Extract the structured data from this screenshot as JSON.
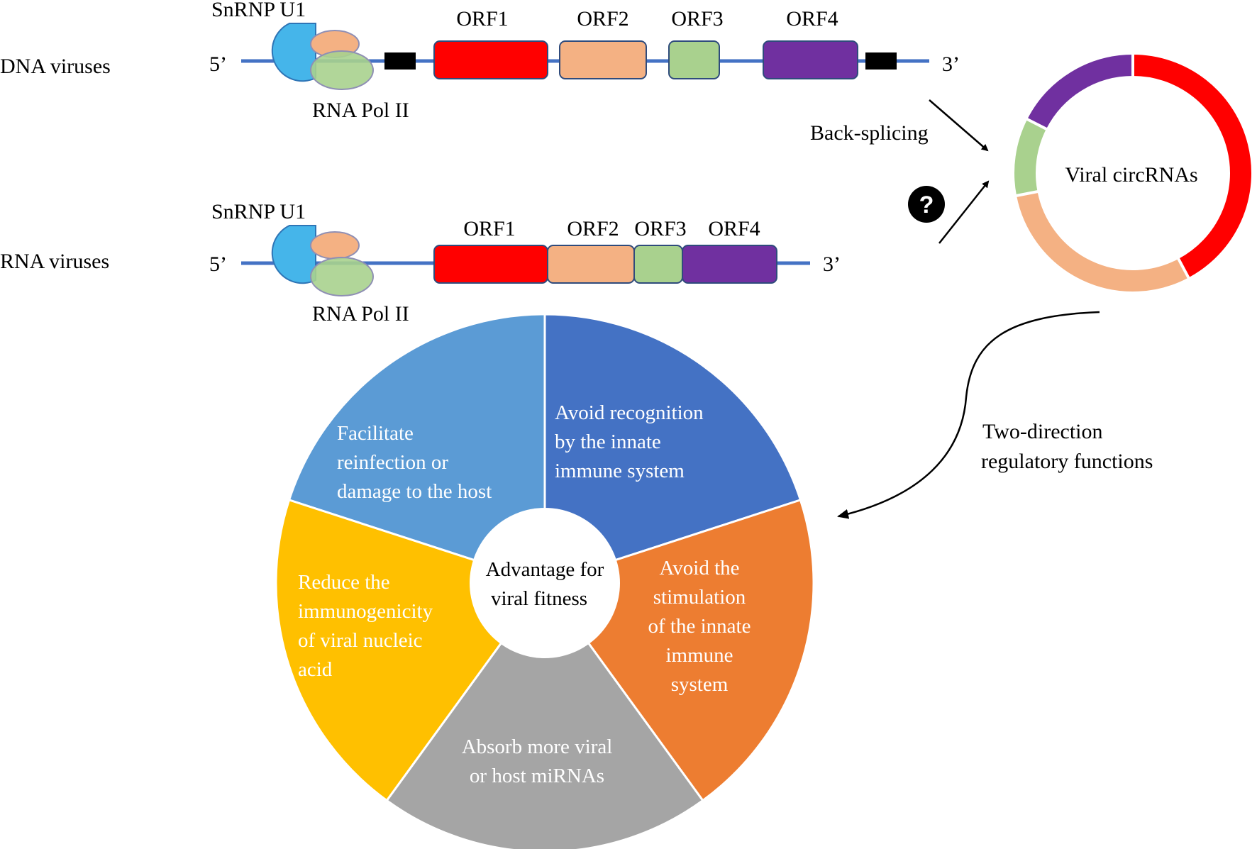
{
  "colors": {
    "backbone": "#4472c4",
    "snrnp": "#45b5ea",
    "snrnp_small": "#f4b183",
    "rnapol": "#a9d18e",
    "marker": "#000000",
    "orf1": "#ff0000",
    "orf2": "#f4b183",
    "orf3": "#a9d18e",
    "orf4": "#7030a0",
    "segment_light_blue": "#5b9bd5",
    "segment_dark_blue": "#4472c4",
    "segment_orange": "#ed7d31",
    "segment_gray": "#a5a5a5",
    "segment_yellow": "#ffc000"
  },
  "dna": {
    "row_label": "DNA viruses",
    "five_prime": "5’",
    "three_prime": "3’",
    "snrnp": "SnRNP U1",
    "rnapol": "RNA Pol II",
    "orfs": [
      "ORF1",
      "ORF2",
      "ORF3",
      "ORF4"
    ]
  },
  "rna": {
    "row_label": "RNA viruses",
    "five_prime": "5’",
    "three_prime": "3’",
    "snrnp": "SnRNP U1",
    "rnapol": "RNA Pol II",
    "orfs": [
      "ORF1",
      "ORF2",
      "ORF3",
      "ORF4"
    ]
  },
  "circ": {
    "label": "Viral  circRNAs",
    "back_splicing": "Back-splicing",
    "unknown_icon": "question-circle-icon",
    "unknown_glyph": "?"
  },
  "regulation": {
    "line1": "Two-direction",
    "line2": "regulatory  functions"
  },
  "wheel": {
    "center": [
      "Advantage  for",
      "viral  fitness"
    ],
    "segments": [
      {
        "color": "#5b9bd5",
        "lines": [
          "Facilitate",
          "reinfection  or",
          "damage to the host"
        ]
      },
      {
        "color": "#4472c4",
        "lines": [
          "Avoid recognition",
          "by the innate",
          "immune  system"
        ]
      },
      {
        "color": "#ed7d31",
        "lines": [
          "Avoid the",
          "stimulation",
          "of the innate",
          "immune",
          "system"
        ]
      },
      {
        "color": "#a5a5a5",
        "lines": [
          "Absorb more viral",
          "or host miRNAs"
        ]
      },
      {
        "color": "#ffc000",
        "lines": [
          "Reduce the",
          "immunogenicity",
          "of viral  nucleic",
          "acid"
        ]
      }
    ]
  }
}
